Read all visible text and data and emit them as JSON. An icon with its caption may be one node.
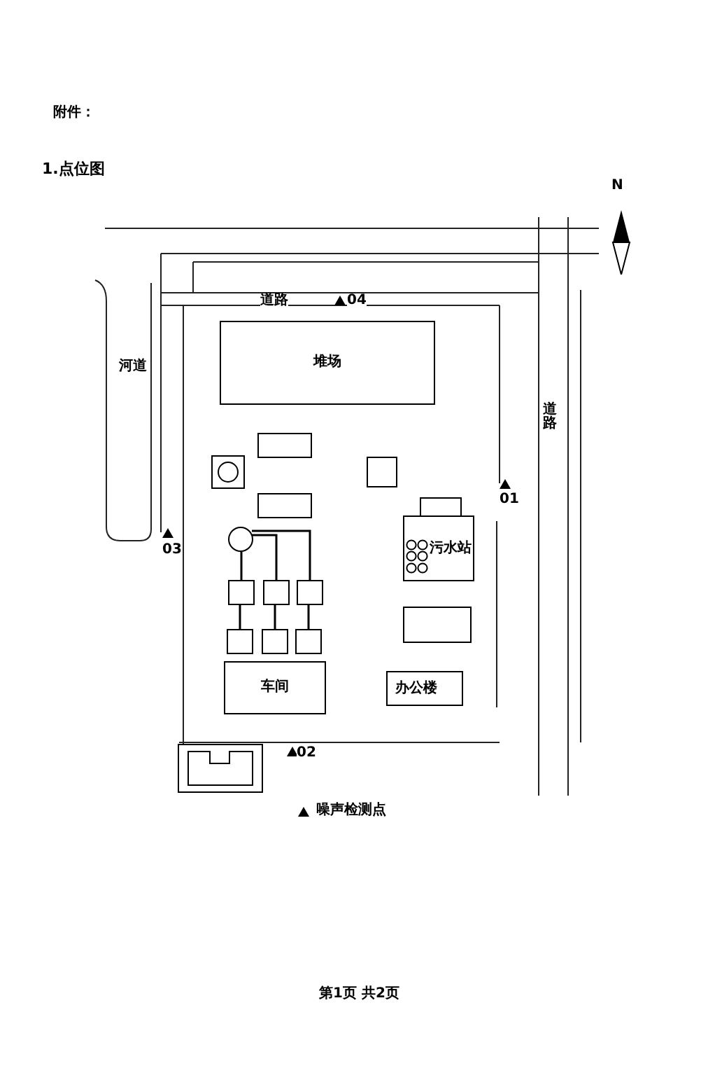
{
  "diagram": {
    "title": "1.点位图",
    "nodes": [
      {
        "text": [
          "堆场"
        ]
      },
      {
        "text": [
          "污水站"
        ]
      },
      {
        "text": [
          "车间"
        ]
      },
      {
        "text": [
          "办公楼"
        ]
      },
      {
        "text": [],
        "shape": "box"
      },
      {
        "text": [],
        "shape": "box"
      },
      {
        "text": [],
        "shape": "box"
      },
      {
        "text": [],
        "shape": "box"
      },
      {
        "text": [],
        "shape": "box"
      },
      {
        "text": [],
        "shape": "box"
      },
      {
        "text": [],
        "shape": "circle"
      },
      {
        "text": [],
        "shape": "box"
      },
      {
        "text": [],
        "shape": "box"
      },
      {
        "text": [],
        "shape": "box"
      },
      {
        "text": [],
        "shape": "box"
      },
      {
        "text": [],
        "shape": "box"
      },
      {
        "text": [],
        "shape": "box"
      },
      {
        "text": [],
        "shape": "box"
      }
    ],
    "edges": [
      {
        "from": 10,
        "to": 11,
        "arrow": "none"
      },
      {
        "from": 10,
        "to": 12,
        "arrow": "none"
      },
      {
        "from": 10,
        "to": 13,
        "arrow": "none"
      },
      {
        "from": 11,
        "to": 14,
        "arrow": "none"
      },
      {
        "from": 12,
        "to": 15,
        "arrow": "none"
      },
      {
        "from": 13,
        "to": 16,
        "arrow": "none"
      }
    ],
    "labels": [
      "附件：",
      "N",
      "河道",
      "道路",
      "04",
      "道路",
      "01",
      "03",
      "02",
      "第1页 共2页"
    ],
    "legend": [
      {
        "text": "噪声检测点"
      }
    ]
  }
}
